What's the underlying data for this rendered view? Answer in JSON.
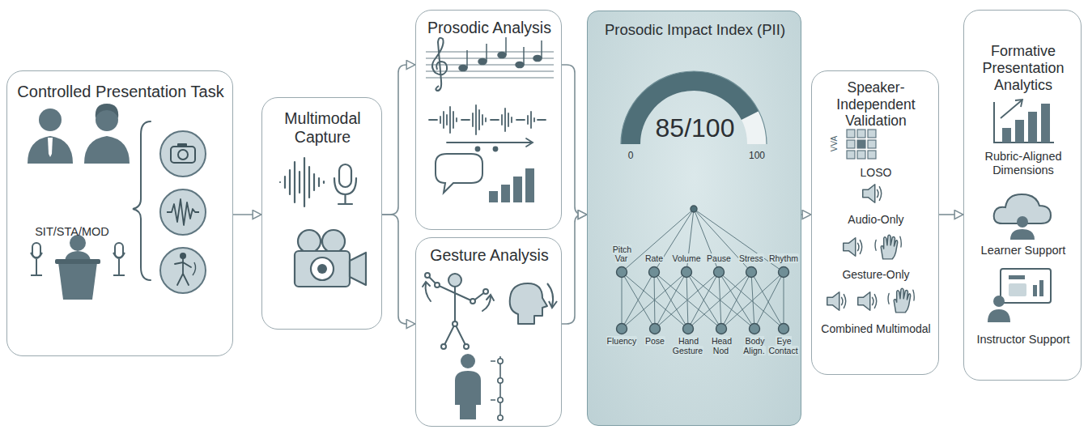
{
  "diagram": {
    "nodes": [
      {
        "text": [
          "Controlled Presentation Task",
          "SIT/STA/MOD"
        ]
      },
      {
        "text": [
          "Multimodal Capture"
        ]
      },
      {
        "text": [
          "Prosodic Analysis"
        ]
      },
      {
        "text": [
          "Gesture Analysis"
        ]
      },
      {
        "text": [
          "Prosodic Impact Index (PII)",
          "85/100"
        ]
      },
      {
        "text": [
          "Speaker-Independent Validation",
          "LOSO",
          "Audio-Only",
          "Gesture-Only",
          "Combined Multimodal"
        ]
      },
      {
        "text": [
          "Formative Presentation Analytics",
          "Rubric-Aligned Dimensions",
          "Learner Support",
          "Instructor Support"
        ]
      }
    ],
    "edges": [
      {
        "from": 0,
        "to": 1,
        "arrow": "to"
      },
      {
        "from": 1,
        "to": 2,
        "arrow": "to"
      },
      {
        "from": 1,
        "to": 3,
        "arrow": "to"
      },
      {
        "from": 2,
        "to": 4,
        "arrow": "to"
      },
      {
        "from": 3,
        "to": 4,
        "arrow": "to"
      },
      {
        "from": 4,
        "to": 5,
        "arrow": "to"
      },
      {
        "from": 5,
        "to": 6,
        "arrow": "to"
      }
    ],
    "labels": [
      "0",
      "100",
      "Pitch Var",
      "Rate",
      "Volume",
      "Pause",
      "Stress",
      "Rhythm",
      "Fluency",
      "Pose",
      "Hand Gesture",
      "Head Nod",
      "Body Align.",
      "Eye Contact",
      "VVA"
    ]
  }
}
